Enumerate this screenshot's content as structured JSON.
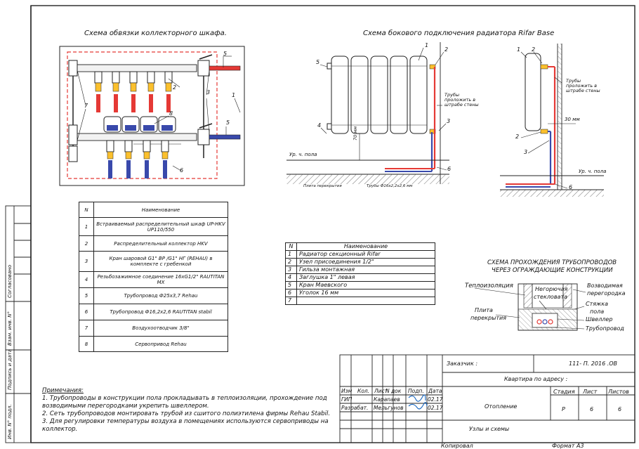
{
  "titles": {
    "cabinet": "Схема обвязки коллекторного шкафа.",
    "radiator": "Схема бокового подключения радиатора  Rifar Base",
    "passage_1": "СХЕМА ПРОХОЖДЕНИЯ ТРУБОПРОВОДОВ",
    "passage_2": "ЧЕРЕЗ ОГРАЖДАЮЩИЕ КОНСТРУКЦИИ"
  },
  "cabinet_callouts": [
    "5",
    "2",
    "3",
    "1",
    "7",
    "8",
    "5",
    "6"
  ],
  "radiator_labels": {
    "n1": "1",
    "n2": "2",
    "n3": "3",
    "n4": "4",
    "n5": "5",
    "n6": "6",
    "pipes_in_wall": "Трубы проложить в штрабе стены",
    "floor_level": "Ур. ч. пола",
    "dim70": "70 мм",
    "slab": "Плита перекрытия",
    "pipe_spec": "Трубы Ф16х2,2х2,6 мм"
  },
  "side_view_labels": {
    "n1": "1",
    "n2": "2",
    "n2b": "2",
    "n3": "3",
    "n6": "6",
    "pipes_in_wall": "Трубы проложить в штрабе стены",
    "dim30": "30 мм",
    "floor_level": "Ур. ч. пола"
  },
  "passage_labels": {
    "insulation": "Теплоизоляция",
    "nonflammable_1": "Негорючая",
    "nonflammable_2": "стекловата",
    "partition_1": "Возводимая",
    "partition_2": "перегородка",
    "screed_1": "Стяжка",
    "screed_2": "пола",
    "channel": "Швеллер",
    "slab_1": "Плита",
    "slab_2": "перекрытия",
    "pipeline": "Трубопровод"
  },
  "spec_table_1": {
    "header": [
      "N",
      "Наименование"
    ],
    "rows": [
      [
        "1",
        "Встраиваемый распределительный шкаф UP-HKV UP110/550"
      ],
      [
        "2",
        "Распределительный коллектор HKV"
      ],
      [
        "3",
        "Кран шаровой G1\" ВР /G1\" НГ (REHAU) в комплекте с гребенкой"
      ],
      [
        "4",
        "Резьбозажимное соединение 16хG1/2\" RAUTITAN MX"
      ],
      [
        "5",
        "Трубопровод Ф25х3,7 Rehau"
      ],
      [
        "6",
        "Трубопровод Ф16,2х2,6 RAUTITAN stabil"
      ],
      [
        "7",
        "Воздухоотводчик 3/8\""
      ],
      [
        "8",
        "Сервопривод Rehau"
      ]
    ]
  },
  "spec_table_2": {
    "header": [
      "N",
      "Наименование"
    ],
    "rows": [
      [
        "1",
        "Радиатор секционный Rifar"
      ],
      [
        "2",
        "Узел присоединения 1/2\""
      ],
      [
        "3",
        "Гильза монтажная"
      ],
      [
        "4",
        "Заглушка 1\" левая"
      ],
      [
        "5",
        "Кран Маевского"
      ],
      [
        "6",
        "Уголок 16 мм"
      ],
      [
        "7",
        ""
      ]
    ]
  },
  "notes": {
    "title": "Примечания:",
    "lines": [
      "1. Трубопроводы в конструкции пола прокладывать в теплоизоляции, прохождение под",
      "возводимыми перегородками укрепить швеллером.",
      "2. Сеть трубопроводов монтировать трубой из сшитого полиэтилена фирмы Rehau Stabil.",
      "3. Для регулировки температуры воздуха в помещениях используются сервоприводы на",
      "коллектор."
    ]
  },
  "side_stamp": {
    "agreed": "Согласовано",
    "replace_inv": "Взам. инв. N°",
    "sign_date": "Подпись и дата",
    "inv_orig": "Инв. N° подл."
  },
  "title_block": {
    "customer": "Заказчик :",
    "code": "111- П. 2016 .ОВ",
    "address": "Квартира по адресу :",
    "col_izm": "Изм",
    "col_kol": "Кол.",
    "col_list": "Лист",
    "col_ndok": "N док",
    "col_podp": "Подп.",
    "col_data": "Дата",
    "gip": "ГИП",
    "gip_name": "Караnaeв",
    "gip_date": "02.17",
    "developer": "Разрабат.",
    "developer_name": "Мельгунов",
    "developer_date": "02.17",
    "section": "Отопление",
    "stage_h": "Стадия",
    "sheet_h": "Лист",
    "sheets_h": "Листов",
    "stage": "Р",
    "sheet": "6",
    "sheets": "6",
    "drawing": "Узлы и схемы",
    "copied": "Копировал",
    "format": "Формат А3"
  },
  "colors": {
    "line": "#222222",
    "supply": "#e53935",
    "return": "#3949ab",
    "sign": "#1565c0",
    "hatch": "#555555"
  }
}
